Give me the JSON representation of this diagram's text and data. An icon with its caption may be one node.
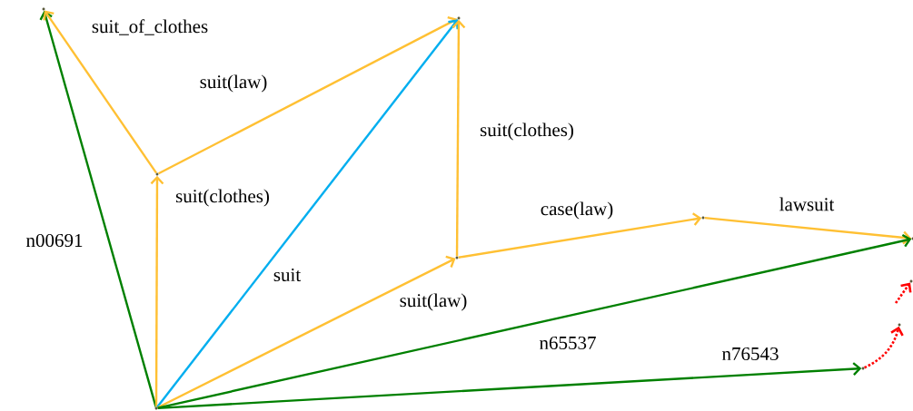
{
  "diagram": {
    "nodes": [
      {
        "text": [],
        "shape": "dot"
      },
      {
        "text": [],
        "shape": "dot"
      },
      {
        "text": [],
        "shape": "dot"
      },
      {
        "text": [],
        "shape": "dot"
      },
      {
        "text": [],
        "shape": "dot"
      },
      {
        "text": [],
        "shape": "dot"
      },
      {
        "text": [],
        "shape": "dot"
      },
      {
        "text": [],
        "shape": "dot"
      },
      {
        "text": [],
        "shape": "dot"
      },
      {
        "text": [],
        "shape": "dot"
      }
    ],
    "edges": [
      {
        "from": 0,
        "to": 1,
        "arrow": "to",
        "label": "n00691",
        "color": "#008000"
      },
      {
        "from": 2,
        "to": 1,
        "arrow": "to",
        "label": "suit_of_clothes"
      },
      {
        "from": 0,
        "to": 2,
        "arrow": "to",
        "label": "suit(clothes)"
      },
      {
        "from": 2,
        "to": 3,
        "arrow": "to",
        "label": "suit(law)"
      },
      {
        "from": 0,
        "to": 3,
        "arrow": "to",
        "label": "suit",
        "color": "#00aeef"
      },
      {
        "from": 4,
        "to": 3,
        "arrow": "to",
        "label": "suit(clothes)"
      },
      {
        "from": 0,
        "to": 4,
        "arrow": "to",
        "label": "suit(law)"
      },
      {
        "from": 4,
        "to": 5,
        "arrow": "to",
        "label": "case(law)"
      },
      {
        "from": 5,
        "to": 6,
        "arrow": "to",
        "label": "lawsuit"
      },
      {
        "from": 0,
        "to": 6,
        "arrow": "to",
        "label": "n65537",
        "color": "#008000"
      },
      {
        "from": 0,
        "to": 7,
        "arrow": "to",
        "label": "n76543",
        "color": "#008000"
      },
      {
        "from": 7,
        "to": 8,
        "arrow": "to",
        "style": "dashed",
        "color": "#ff0000"
      },
      {
        "from": null,
        "to": 9,
        "arrow": "to",
        "style": "dashed",
        "color": "#ff0000"
      }
    ]
  }
}
